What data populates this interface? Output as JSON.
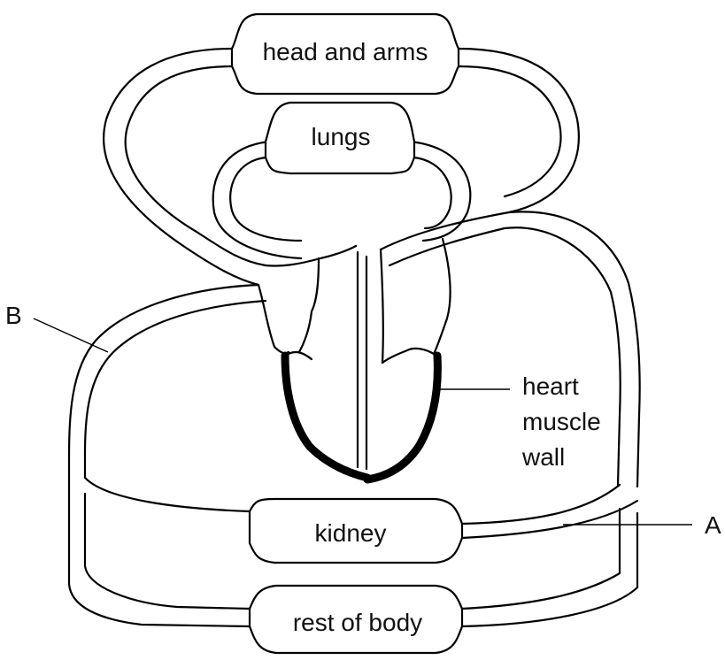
{
  "labels": {
    "head_and_arms": "head and arms",
    "lungs": "lungs",
    "kidney": "kidney",
    "rest_of_body": "rest of body",
    "heart_muscle_wall_line1": "heart",
    "heart_muscle_wall_line2": "muscle",
    "heart_muscle_wall_line3": "wall",
    "label_a": "A",
    "label_b": "B"
  }
}
